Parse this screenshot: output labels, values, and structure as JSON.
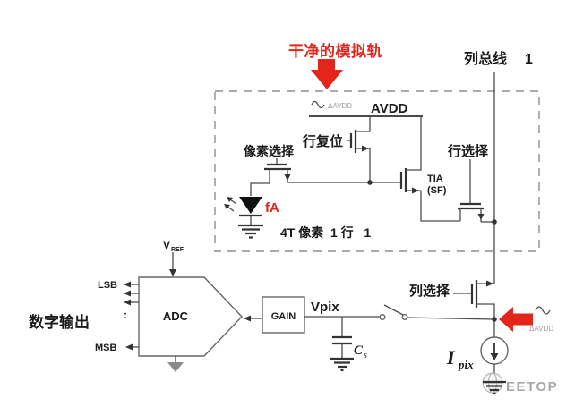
{
  "annotations": {
    "clean_analog_rail": "干净的模拟轨",
    "column_bus_label": "列总线",
    "column_bus_number": "1"
  },
  "pixel_block": {
    "rail_noise_label": "ΔAVDD",
    "rail_label": "AVDD",
    "row_reset_label": "行复位",
    "pixel_select_label": "像素选择",
    "row_select_label": "行选择",
    "tia_label": "TIA",
    "tia_sub_label": "(SF)",
    "photocurrent_label": "fA",
    "caption": "4T 像素  1 行   1"
  },
  "readout": {
    "vref_label": "V",
    "vref_sub": "REF",
    "adc_label": "ADC",
    "lsb_label": "LSB",
    "bit_dots": ":",
    "msb_label": "MSB",
    "digital_output_label": "数字输出",
    "gain_label": "GAIN",
    "vpix_label": "Vpix",
    "cap_label": "C",
    "cap_sub": "s",
    "column_select_label": "列选择",
    "current_source_label": "I",
    "current_source_sub": "pix",
    "noise_label": "ΔAVDD"
  },
  "watermark": {
    "brand": "EETOP"
  },
  "colors": {
    "accent_red": "#e3251c",
    "line": "#4a4a4a",
    "muted_gray": "#9c9c9c",
    "background": "#ffffff"
  }
}
